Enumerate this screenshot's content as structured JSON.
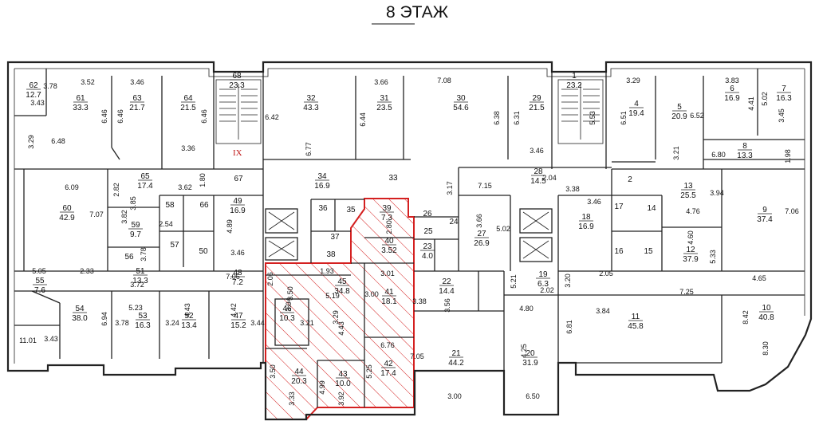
{
  "title": "8   ЭТАЖ",
  "stairs_label": "IX",
  "colors": {
    "highlight": "#d42020",
    "line": "#222222"
  },
  "rooms": [
    {
      "n": "62",
      "a": "12.7"
    },
    {
      "n": "61",
      "a": "33.3"
    },
    {
      "n": "63",
      "a": "21.7"
    },
    {
      "n": "64",
      "a": "21.5"
    },
    {
      "n": "68",
      "a": "23.3"
    },
    {
      "n": "32",
      "a": "43.3"
    },
    {
      "n": "31",
      "a": "23.5"
    },
    {
      "n": "30",
      "a": "54.6"
    },
    {
      "n": "29",
      "a": "21.5"
    },
    {
      "n": "1",
      "a": "23.2"
    },
    {
      "n": "4",
      "a": "19.4"
    },
    {
      "n": "5",
      "a": "20.9"
    },
    {
      "n": "6",
      "a": "16.9"
    },
    {
      "n": "7",
      "a": "16.3"
    },
    {
      "n": "8",
      "a": "13.3"
    },
    {
      "n": "65",
      "a": "17.4"
    },
    {
      "n": "34",
      "a": "16.9"
    },
    {
      "n": "28",
      "a": "14.5"
    },
    {
      "n": "13",
      "a": "25.5"
    },
    {
      "n": "60",
      "a": "42.9"
    },
    {
      "n": "59",
      "a": "9.7"
    },
    {
      "n": "49",
      "a": "16.9"
    },
    {
      "n": "39",
      "a": "7.3"
    },
    {
      "n": "27",
      "a": "26.9"
    },
    {
      "n": "18",
      "a": "16.9"
    },
    {
      "n": "9",
      "a": "37.4"
    },
    {
      "n": "40",
      "a": "3.52"
    },
    {
      "n": "23",
      "a": "4.0"
    },
    {
      "n": "12",
      "a": "37.9"
    },
    {
      "n": "55",
      "a": "7.6"
    },
    {
      "n": "51",
      "a": "13.3"
    },
    {
      "n": "48",
      "a": "7.2"
    },
    {
      "n": "45",
      "a": "34.8"
    },
    {
      "n": "41",
      "a": "18.1"
    },
    {
      "n": "22",
      "a": "14.4"
    },
    {
      "n": "19",
      "a": "6.3"
    },
    {
      "n": "54",
      "a": "38.0"
    },
    {
      "n": "53",
      "a": "16.3"
    },
    {
      "n": "52",
      "a": "13.4"
    },
    {
      "n": "47",
      "a": "15.2"
    },
    {
      "n": "46",
      "a": "10.3"
    },
    {
      "n": "11",
      "a": "45.8"
    },
    {
      "n": "10",
      "a": "40.8"
    },
    {
      "n": "21",
      "a": "44.2"
    },
    {
      "n": "20",
      "a": "31.9"
    },
    {
      "n": "44",
      "a": "20.3"
    },
    {
      "n": "43",
      "a": "10.0"
    },
    {
      "n": "42",
      "a": "17.4"
    }
  ],
  "room_numbers": [
    "67",
    "33",
    "2",
    "58",
    "66",
    "36",
    "35",
    "26",
    "24",
    "17",
    "14",
    "57",
    "50",
    "37",
    "25",
    "38",
    "16",
    "15",
    "56"
  ],
  "dimensions": [
    "3.78",
    "3.43",
    "3.52",
    "3.46",
    "6.46",
    "6.46",
    "6.46",
    "3.29",
    "6.48",
    "3.36",
    "6.42",
    "6.77",
    "6.44",
    "3.66",
    "7.08",
    "6.38",
    "6.31",
    "3.46",
    "5.53",
    "6.51",
    "3.29",
    "6.52",
    "3.21",
    "3.83",
    "4.41",
    "5.02",
    "3.45",
    "6.80",
    "1.98",
    "2.82",
    "3.62",
    "1.80",
    "3.17",
    "7.15",
    "2.04",
    "3.38",
    "3.94",
    "6.09",
    "3.85",
    "7.07",
    "3.82",
    "2.54",
    "3.78",
    "4.89",
    "3.46",
    "2.80",
    "3.66",
    "5.02",
    "3.46",
    "4.76",
    "7.06",
    "4.60",
    "5.33",
    "5.05",
    "2.33",
    "3.72",
    "7.06",
    "2.06",
    "1.93",
    "3.01",
    "3.50",
    "3.38",
    "3.00",
    "5.21",
    "2.02",
    "3.20",
    "2.05",
    "7.25",
    "4.65",
    "5.19",
    "3.94",
    "3.21",
    "3.29",
    "3.56",
    "4.80",
    "3.84",
    "11.01",
    "3.43",
    "6.94",
    "5.23",
    "3.78",
    "4.43",
    "3.24",
    "4.42",
    "3.44",
    "4.43",
    "7.05",
    "6.81",
    "4.25",
    "8.42",
    "8.30",
    "6.76",
    "3.50",
    "5.25",
    "4.99",
    "3.33",
    "3.92",
    "3.00",
    "6.50",
    "4.01"
  ]
}
